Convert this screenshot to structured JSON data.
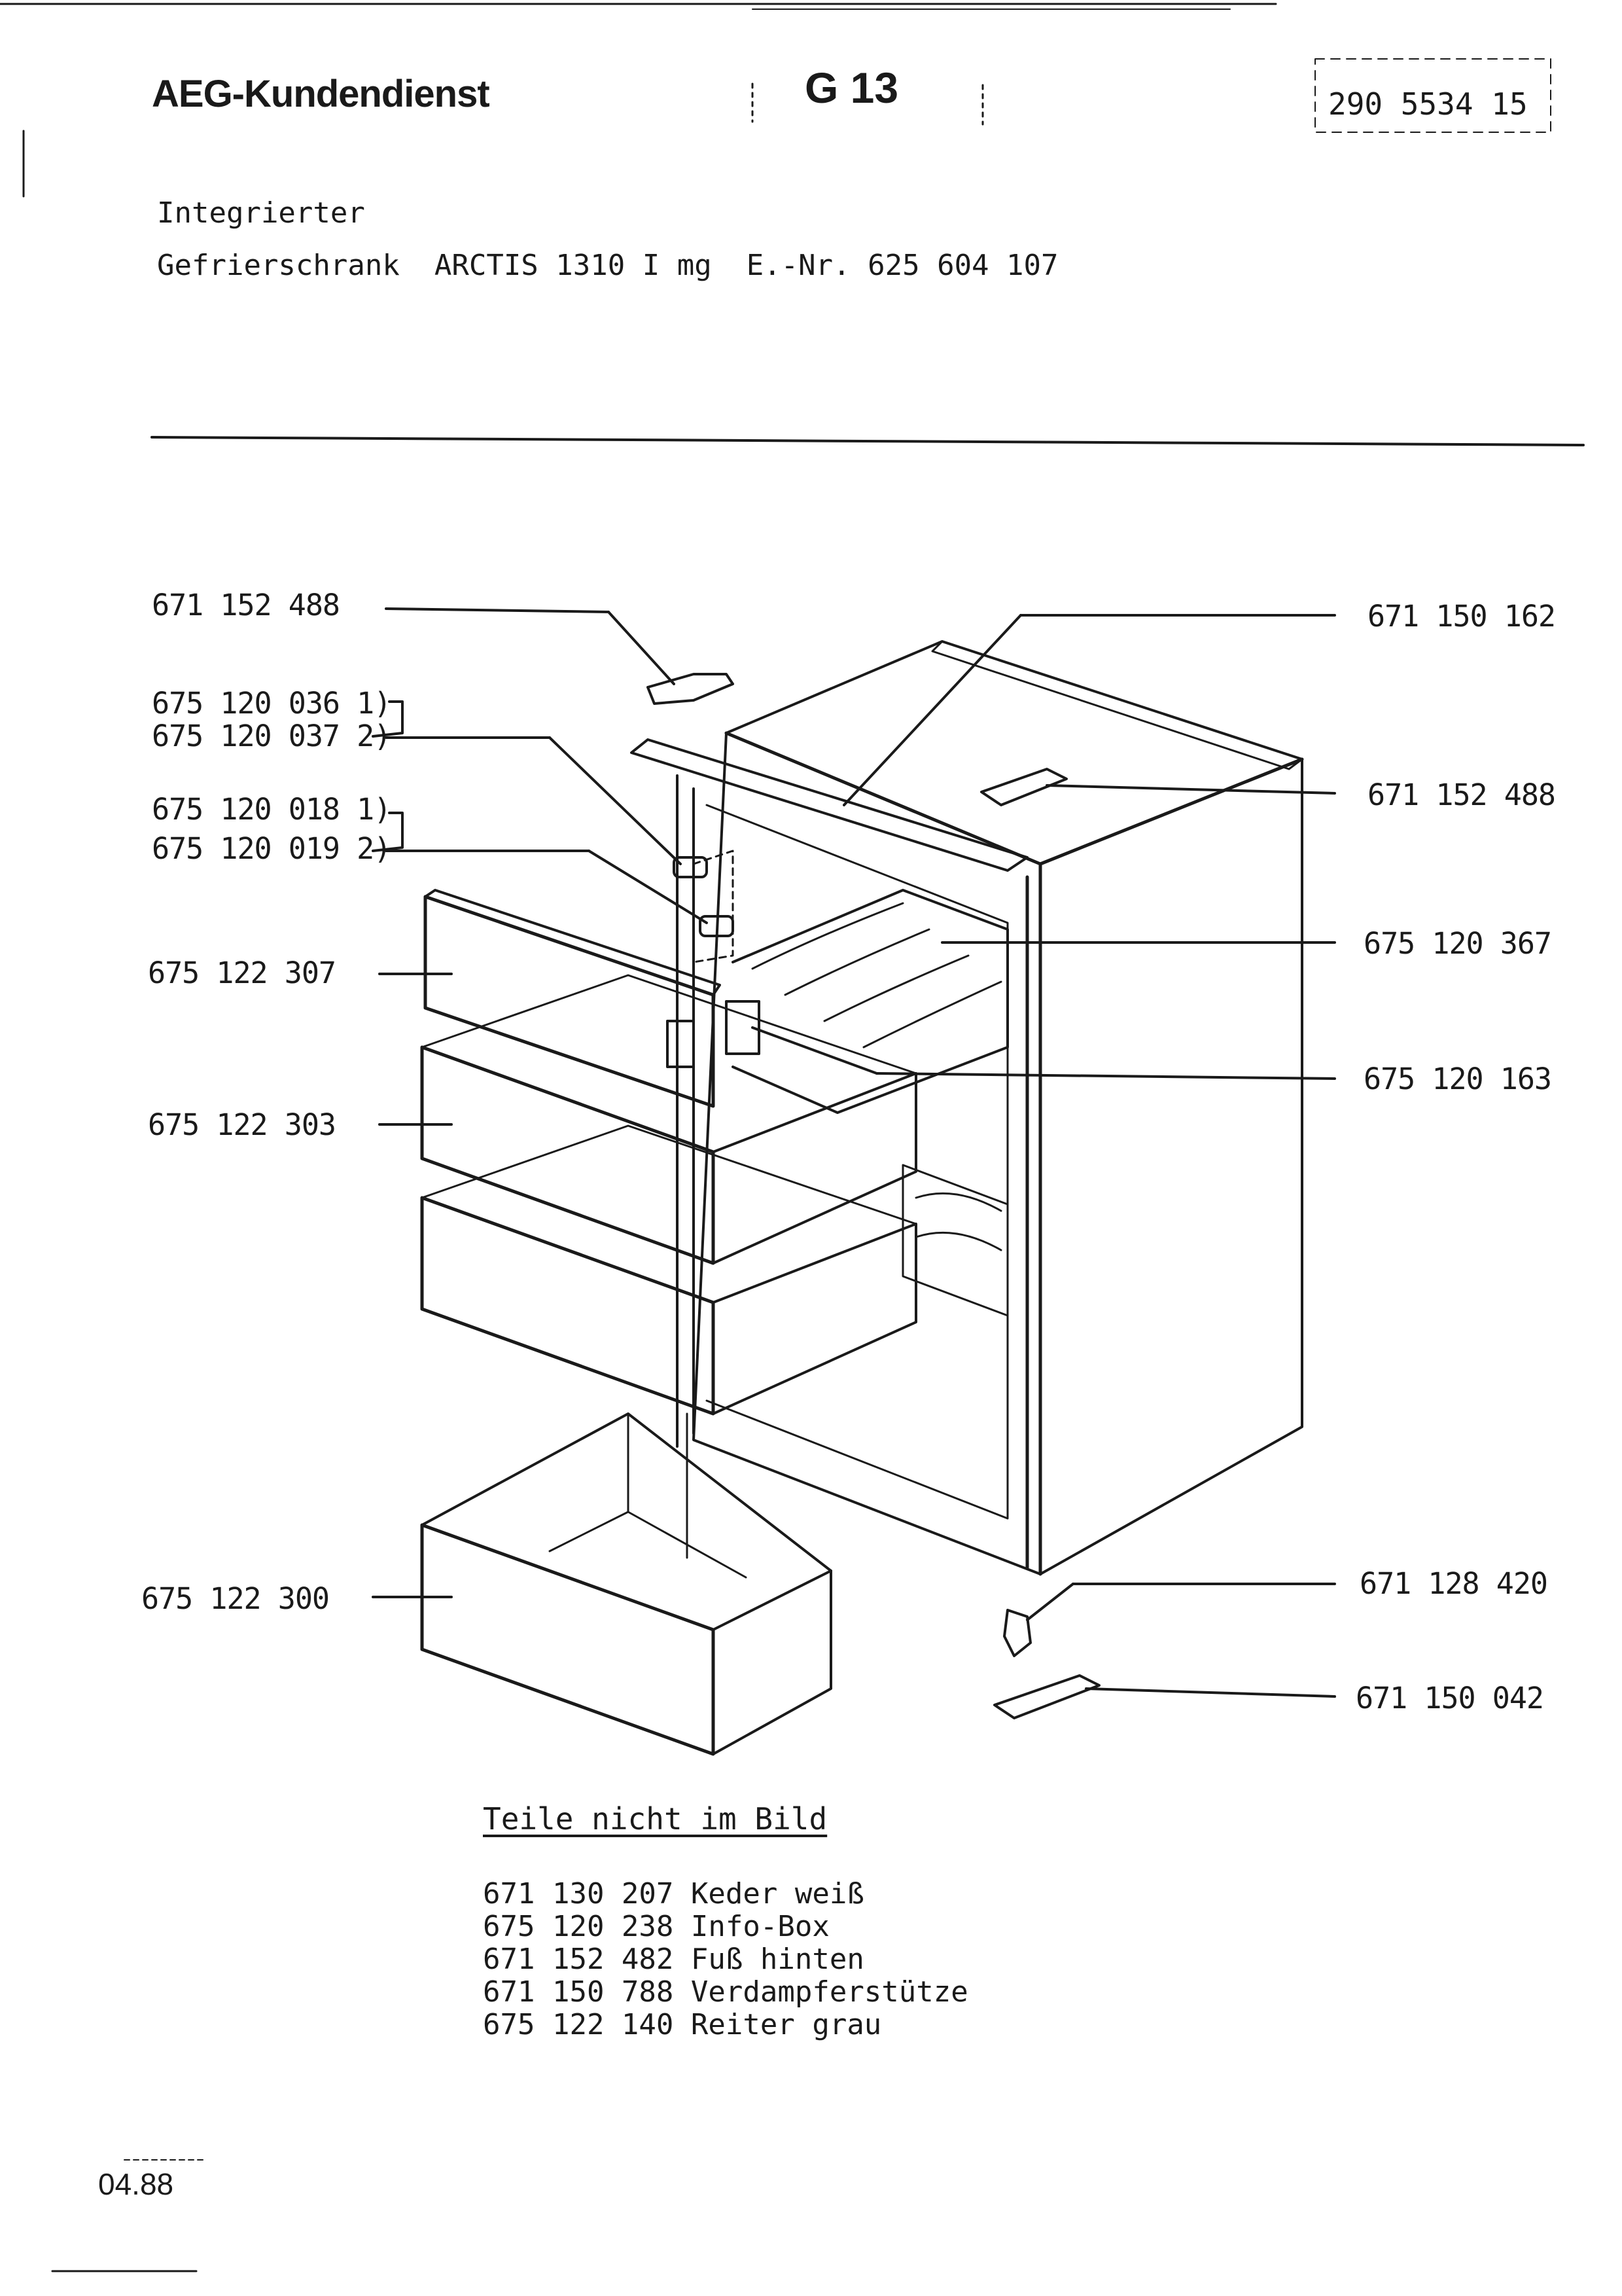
{
  "header": {
    "brand": "AEG-Kundendienst",
    "group_code": "G 13",
    "document_number": "290 5534 15"
  },
  "subtitle": {
    "line1": "Integrierter",
    "product": "Gefrierschrank",
    "model": "ARCTIS 1310 I mg",
    "enr": "E.-Nr. 625 604 107"
  },
  "left_parts": [
    "671 152 488",
    "675 120 036 1)",
    "675 120 037 2)",
    "675 120 018 1)",
    "675 120 019 2)",
    "675 122 307",
    "675 122 303",
    "675 122 300"
  ],
  "right_parts": [
    "671 150 162",
    "671 152 488",
    "675 120 367",
    "675 120 163",
    "671 128 420",
    "671 150 042"
  ],
  "not_in_picture": {
    "title": "Teile nicht im Bild",
    "items": [
      {
        "number": "671 130 207",
        "name": "Keder weiß"
      },
      {
        "number": "675 120 238",
        "name": "Info-Box"
      },
      {
        "number": "671 152 482",
        "name": "Fuß hinten"
      },
      {
        "number": "671 150 788",
        "name": "Verdampferstütze"
      },
      {
        "number": "675 122 140",
        "name": "Reiter grau"
      }
    ]
  },
  "footer": {
    "date": "04.88"
  }
}
